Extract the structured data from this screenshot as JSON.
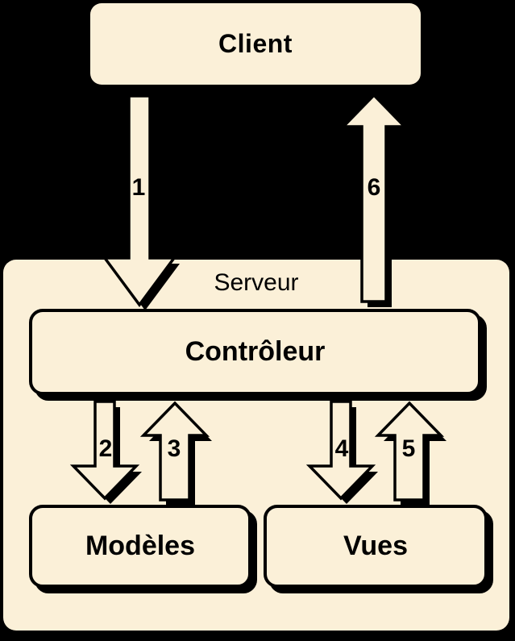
{
  "colors": {
    "background": "#000000",
    "box_fill": "#FBF0D8",
    "outline": "#000000",
    "text": "#000000"
  },
  "nodes": {
    "client": {
      "label": "Client"
    },
    "server": {
      "label": "Serveur"
    },
    "controller": {
      "label": "Contrôleur"
    },
    "models": {
      "label": "Modèles"
    },
    "views": {
      "label": "Vues"
    }
  },
  "arrows": [
    {
      "label": "1",
      "direction": "down",
      "from": "Client",
      "to": "Contrôleur"
    },
    {
      "label": "2",
      "direction": "down",
      "from": "Contrôleur",
      "to": "Modèles"
    },
    {
      "label": "3",
      "direction": "up",
      "from": "Modèles",
      "to": "Contrôleur"
    },
    {
      "label": "4",
      "direction": "down",
      "from": "Contrôleur",
      "to": "Vues"
    },
    {
      "label": "5",
      "direction": "up",
      "from": "Vues",
      "to": "Contrôleur"
    },
    {
      "label": "6",
      "direction": "up",
      "from": "Contrôleur",
      "to": "Client"
    }
  ]
}
